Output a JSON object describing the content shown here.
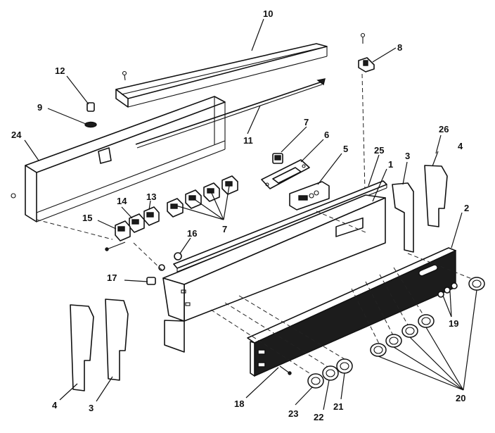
{
  "callouts": [
    {
      "id": "c1",
      "label": "1"
    },
    {
      "id": "c2",
      "label": "2"
    },
    {
      "id": "c3a",
      "label": "3"
    },
    {
      "id": "c3b",
      "label": "3"
    },
    {
      "id": "c4a",
      "label": "4"
    },
    {
      "id": "c4b",
      "label": "4"
    },
    {
      "id": "c5",
      "label": "5"
    },
    {
      "id": "c6",
      "label": "6"
    },
    {
      "id": "c7a",
      "label": "7"
    },
    {
      "id": "c7b",
      "label": "7"
    },
    {
      "id": "c8",
      "label": "8"
    },
    {
      "id": "c9",
      "label": "9"
    },
    {
      "id": "c10",
      "label": "10"
    },
    {
      "id": "c11",
      "label": "11"
    },
    {
      "id": "c12",
      "label": "12"
    },
    {
      "id": "c13",
      "label": "13"
    },
    {
      "id": "c14",
      "label": "14"
    },
    {
      "id": "c15",
      "label": "15"
    },
    {
      "id": "c16",
      "label": "16"
    },
    {
      "id": "c17",
      "label": "17"
    },
    {
      "id": "c18",
      "label": "18"
    },
    {
      "id": "c19",
      "label": "19"
    },
    {
      "id": "c20",
      "label": "20"
    },
    {
      "id": "c21",
      "label": "21"
    },
    {
      "id": "c22",
      "label": "22"
    },
    {
      "id": "c23",
      "label": "23"
    },
    {
      "id": "c24",
      "label": "24"
    },
    {
      "id": "c25",
      "label": "25"
    },
    {
      "id": "c26",
      "label": "26"
    }
  ]
}
